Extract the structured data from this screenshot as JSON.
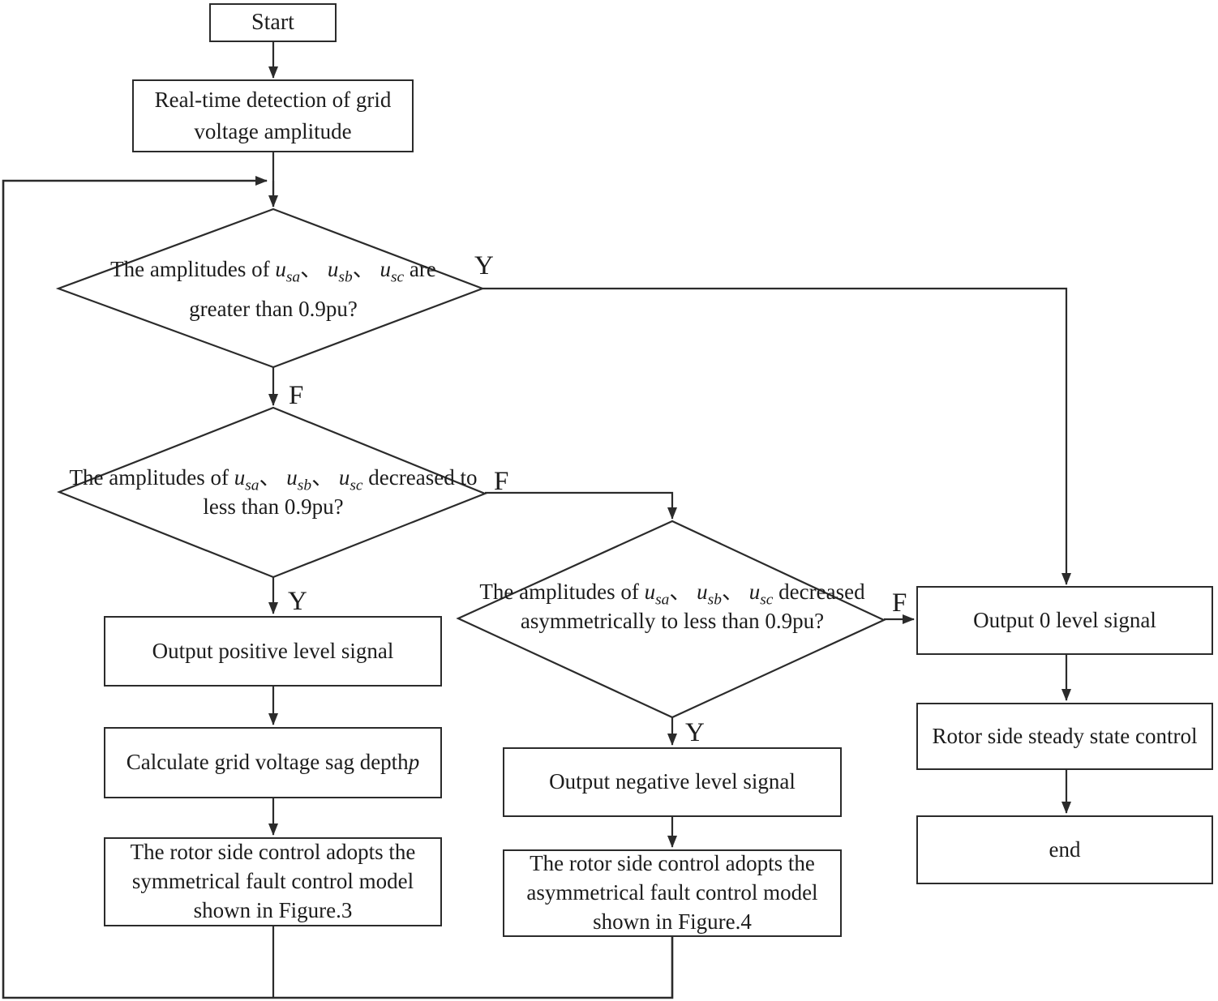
{
  "colors": {
    "line": "#2b2b2b",
    "text": "#1c1c1c",
    "background": "#ffffff"
  },
  "nodes": {
    "start": {
      "label": "Start"
    },
    "realtime": {
      "label": "Real-time detection of grid voltage amplitude"
    },
    "decision_greater": {
      "segments": [
        {
          "t": "The amplitudes of "
        },
        {
          "t": "u",
          "i": true
        },
        {
          "t": "sa",
          "i": true,
          "sub": true
        },
        {
          "t": "、 "
        },
        {
          "t": "u",
          "i": true
        },
        {
          "t": "sb",
          "i": true,
          "sub": true
        },
        {
          "t": "、 "
        },
        {
          "t": "u",
          "i": true
        },
        {
          "t": "sc",
          "i": true,
          "sub": true
        },
        {
          "t": " are greater than 0.9pu?"
        }
      ]
    },
    "decision_decreased": {
      "segments": [
        {
          "t": "The amplitudes of "
        },
        {
          "t": "u",
          "i": true
        },
        {
          "t": "sa",
          "i": true,
          "sub": true
        },
        {
          "t": "、 "
        },
        {
          "t": "u",
          "i": true
        },
        {
          "t": "sb",
          "i": true,
          "sub": true
        },
        {
          "t": "、 "
        },
        {
          "t": "u",
          "i": true
        },
        {
          "t": "sc",
          "i": true,
          "sub": true
        },
        {
          "t": " decreased to less than 0.9pu?"
        }
      ]
    },
    "decision_asymmetrical": {
      "segments": [
        {
          "t": "The amplitudes of "
        },
        {
          "t": "u",
          "i": true
        },
        {
          "t": "sa",
          "i": true,
          "sub": true
        },
        {
          "t": "、 "
        },
        {
          "t": "u",
          "i": true
        },
        {
          "t": "sb",
          "i": true,
          "sub": true
        },
        {
          "t": "、 "
        },
        {
          "t": "u",
          "i": true
        },
        {
          "t": "sc",
          "i": true,
          "sub": true
        },
        {
          "t": " decreased asymmetrically to less than 0.9pu?"
        }
      ]
    },
    "output_positive": {
      "label": "Output positive level signal"
    },
    "calc_sag": {
      "segments": [
        {
          "t": "Calculate grid voltage sag depth "
        },
        {
          "t": "p",
          "i": true
        }
      ]
    },
    "symmetrical_model": {
      "label": "The rotor side control adopts the symmetrical fault control model shown in Figure.3"
    },
    "output_negative": {
      "label": "Output negative level signal"
    },
    "asymmetrical_model": {
      "label": "The rotor side control adopts the asymmetrical fault control model shown in Figure.4"
    },
    "output_zero": {
      "label": "Output 0 level signal"
    },
    "rotor_steady": {
      "label": "Rotor side steady state control"
    },
    "end": {
      "label": "end"
    }
  },
  "branch_labels": {
    "d1_yes": "Y",
    "d1_no": "F",
    "d2_yes": "Y",
    "d2_no": "F",
    "d3_yes": "Y",
    "d3_no": "F"
  }
}
